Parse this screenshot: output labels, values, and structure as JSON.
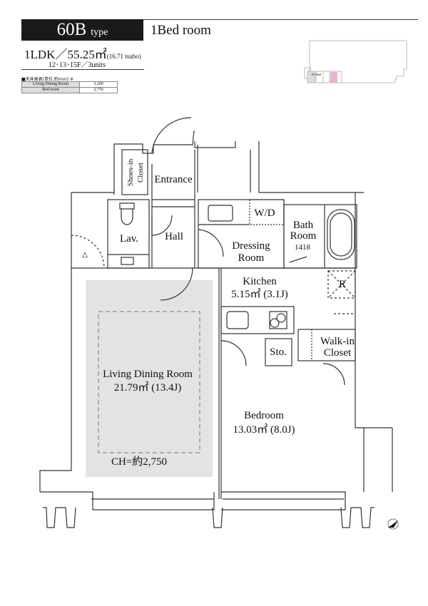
{
  "header": {
    "type_code": "60B",
    "type_suffix": "type",
    "room_type": "1Bed room",
    "area": "1LDK／55.25㎡",
    "tsubo": "(16.71 tsubo)",
    "floors": "12･13･15F／3units"
  },
  "ceiling_table": {
    "title": "■天井高表(単位:約mm) ※",
    "rows": [
      {
        "room": "Living Dining Room",
        "value": "3,200"
      },
      {
        "room": "Bed room",
        "value": "2,750"
      }
    ]
  },
  "key_plan": {
    "ev_hall": "EV Hall",
    "highlight_color": "#e8b4d4"
  },
  "rooms": {
    "shoes_in": "Shoes-in",
    "closet": "Closet",
    "entrance": "Entrance",
    "lav": "Lav.",
    "hall": "Hall",
    "wd": "W/D",
    "dressing": "Dressing",
    "dressing_room": "Room",
    "bath": "Bath",
    "bath_room": "Room",
    "bath_size": "1418",
    "kitchen": "Kitchen",
    "kitchen_area": "5.15㎡ (3.1J)",
    "refrigerator": "R",
    "storage": "Sto.",
    "walkin": "Walk-in",
    "walkin_closet": "Closet",
    "ldr": "Living Dining Room",
    "ldr_area": "21.79㎡ (13.4J)",
    "ch_note": "CH=約2,750",
    "bedroom": "Bedroom",
    "bedroom_area": "13.03㎡ (8.0J)"
  },
  "colors": {
    "ldr_shade": "#e3e3e3",
    "header_bg": "#1a1a1a"
  }
}
